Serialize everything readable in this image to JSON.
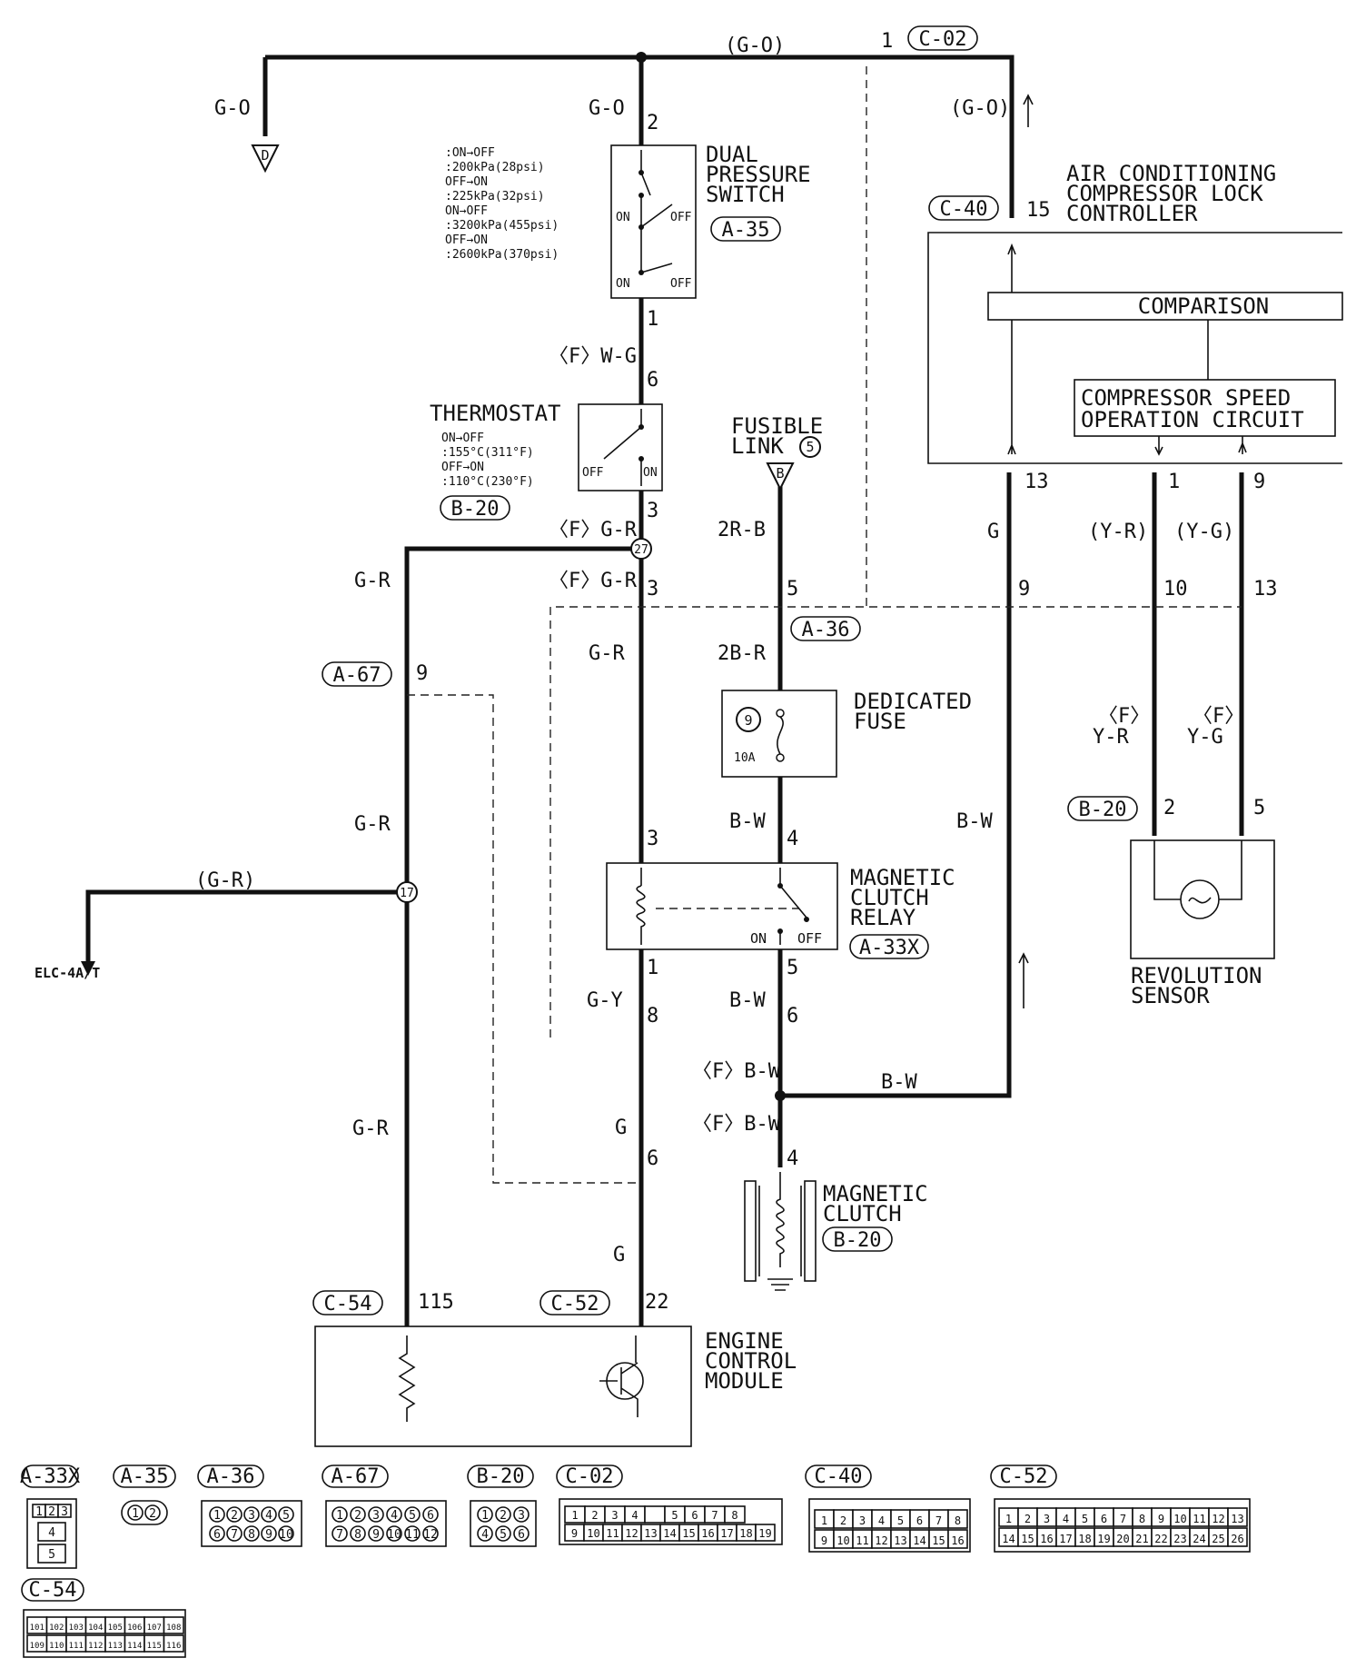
{
  "wire_labels": {
    "top_go": "(G-O)",
    "left_go": "G-O",
    "center_go": "G-O",
    "right_go": "(G-O)",
    "fwg": "〈F〉W-G",
    "fgr1": "〈F〉G-R",
    "fgr2": "〈F〉G-R",
    "gr_left1": "G-R",
    "gr_left2": "G-R",
    "gr_left3": "G-R",
    "gr_center": "G-R",
    "gr_branch": "(G-R)",
    "gy": "G-Y",
    "g1": "G",
    "g2": "G",
    "r2b": "2R-B",
    "b2r": "2B-R",
    "bw1": "B-W",
    "bw2": "B-W",
    "fbw1": "〈F〉B-W",
    "fbw2": "〈F〉B-W",
    "bw3": "B-W",
    "bw4": "B-W",
    "g_right": "G",
    "yr": "(Y-R)",
    "yg": "(Y-G)",
    "fyr_f": "〈F〉",
    "fyr": "Y-R",
    "fyg_f": "〈F〉",
    "fyg": "Y-G"
  },
  "pins": {
    "p_c02_1": "1",
    "p_dps_2": "2",
    "p_dps_1": "1",
    "p_th_6": "6",
    "p_th_3": "3",
    "p_j_3": "3",
    "p_a67_9": "9",
    "p_fl_5": "5",
    "p_rel_3": "3",
    "p_rel_4": "4",
    "p_rel_1": "1",
    "p_rel_5": "5",
    "p_j_8": "8",
    "p_j_6a": "6",
    "p_j_6b": "6",
    "p_mc_4": "4",
    "p_ecm_115": "115",
    "p_ecm_22": "22",
    "p_c40_15": "15",
    "p_c40_13": "13",
    "p_c40_1": "1",
    "p_c40_9": "9",
    "p_j_9": "9",
    "p_j_10": "10",
    "p_j_13": "13",
    "p_rs_2": "2",
    "p_rs_5": "5"
  },
  "components": {
    "dual_pressure_switch": [
      "DUAL",
      "PRESSURE",
      "SWITCH"
    ],
    "dps_spec": [
      ":ON→OFF",
      ":200kPa(28psi)",
      "OFF→ON",
      ":225kPa(32psi)",
      "ON→OFF",
      ":3200kPa(455psi)",
      "OFF→ON",
      ":2600kPa(370psi)"
    ],
    "thermostat": "THERMOSTAT",
    "thermo_spec": [
      "ON→OFF",
      ":155°C(311°F)",
      "OFF→ON",
      ":110°C(230°F)"
    ],
    "fusible_link": [
      "FUSIBLE",
      "LINK"
    ],
    "fusible_num": "5",
    "fusible_b": "B",
    "dedicated_fuse": [
      "DEDICATED",
      "FUSE"
    ],
    "fuse_num": "9",
    "fuse_amp": "10A",
    "relay": [
      "MAGNETIC",
      "CLUTCH",
      "RELAY"
    ],
    "clutch": [
      "MAGNETIC",
      "CLUTCH"
    ],
    "ecm": [
      "ENGINE",
      "CONTROL",
      "MODULE"
    ],
    "ac_controller": [
      "AIR CONDITIONING",
      "COMPRESSOR LOCK",
      "CONTROLLER"
    ],
    "comparison": "COMPARISON",
    "speed_circuit": [
      "COMPRESSOR SPEED",
      "OPERATION CIRCUIT"
    ],
    "revolution_sensor": [
      "REVOLUTION",
      "SENSOR"
    ],
    "on": "ON",
    "off": "OFF",
    "ground_d": "D",
    "elc": "ELC-4A/T",
    "junction_27": "27",
    "junction_17": "17"
  },
  "connector_refs": {
    "c02": "C-02",
    "a35": "A-35",
    "b20a": "B-20",
    "a36": "A-36",
    "a67": "A-67",
    "a33x": "A-33X",
    "b20b": "B-20",
    "c54": "C-54",
    "c52": "C-52",
    "c40": "C-40",
    "b20c": "B-20"
  },
  "legend": {
    "a33x": {
      "name": "A-33X",
      "pins": [
        "1",
        "2",
        "3",
        "4",
        "5"
      ]
    },
    "a35": {
      "name": "A-35",
      "pins": [
        "1",
        "2"
      ]
    },
    "a36": {
      "name": "A-36",
      "pins": [
        "1",
        "2",
        "3",
        "4",
        "5",
        "6",
        "7",
        "8",
        "9",
        "10"
      ]
    },
    "a67": {
      "name": "A-67",
      "pins": [
        "1",
        "2",
        "3",
        "4",
        "5",
        "6",
        "7",
        "8",
        "9",
        "10",
        "11",
        "12"
      ]
    },
    "b20": {
      "name": "B-20",
      "pins": [
        "1",
        "2",
        "3",
        "4",
        "5",
        "6"
      ]
    },
    "c02": {
      "name": "C-02",
      "row1": [
        "1",
        "2",
        "3",
        "4",
        "",
        "5",
        "6",
        "7",
        "8"
      ],
      "row2": [
        "9",
        "10",
        "11",
        "12",
        "13",
        "14",
        "15",
        "16",
        "17",
        "18",
        "19"
      ]
    },
    "c40": {
      "name": "C-40",
      "row1": [
        "1",
        "2",
        "3",
        "4",
        "5",
        "6",
        "7",
        "8"
      ],
      "row2": [
        "9",
        "10",
        "11",
        "12",
        "13",
        "14",
        "15",
        "16"
      ]
    },
    "c52": {
      "name": "C-52",
      "row1": [
        "1",
        "2",
        "3",
        "4",
        "5",
        "6",
        "7",
        "8",
        "9",
        "10",
        "11",
        "12",
        "13"
      ],
      "row2": [
        "14",
        "15",
        "16",
        "17",
        "18",
        "19",
        "20",
        "21",
        "22",
        "23",
        "24",
        "25",
        "26"
      ]
    },
    "c54": {
      "name": "C-54",
      "row1": [
        "101",
        "102",
        "103",
        "104",
        "105",
        "106",
        "107",
        "108"
      ],
      "row2": [
        "109",
        "110",
        "111",
        "112",
        "113",
        "114",
        "115",
        "116"
      ]
    }
  }
}
